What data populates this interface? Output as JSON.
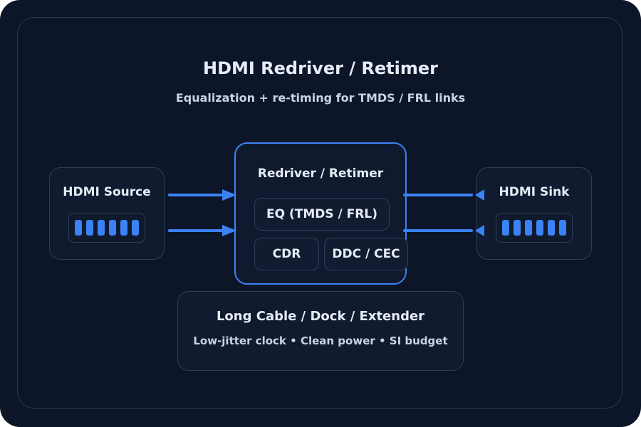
{
  "diagram": {
    "title": "HDMI Redriver / Retimer",
    "subtitle": "Equalization + re-timing for TMDS / FRL links",
    "source": {
      "label": "HDMI Source"
    },
    "sink": {
      "label": "HDMI Sink"
    },
    "chip": {
      "label": "Redriver / Retimer",
      "blocks": {
        "eq": "EQ (TMDS / FRL)",
        "cdr": "CDR",
        "ddc": "DDC / CEC"
      }
    },
    "context": {
      "title": "Long Cable / Dock / Extender",
      "notes": "Low-jitter clock • Clean power • SI budget"
    },
    "colors": {
      "background": "#0d1628",
      "accent": "#3b82f6",
      "border": "#2e3f5c",
      "text": "#e6ecf7"
    }
  }
}
